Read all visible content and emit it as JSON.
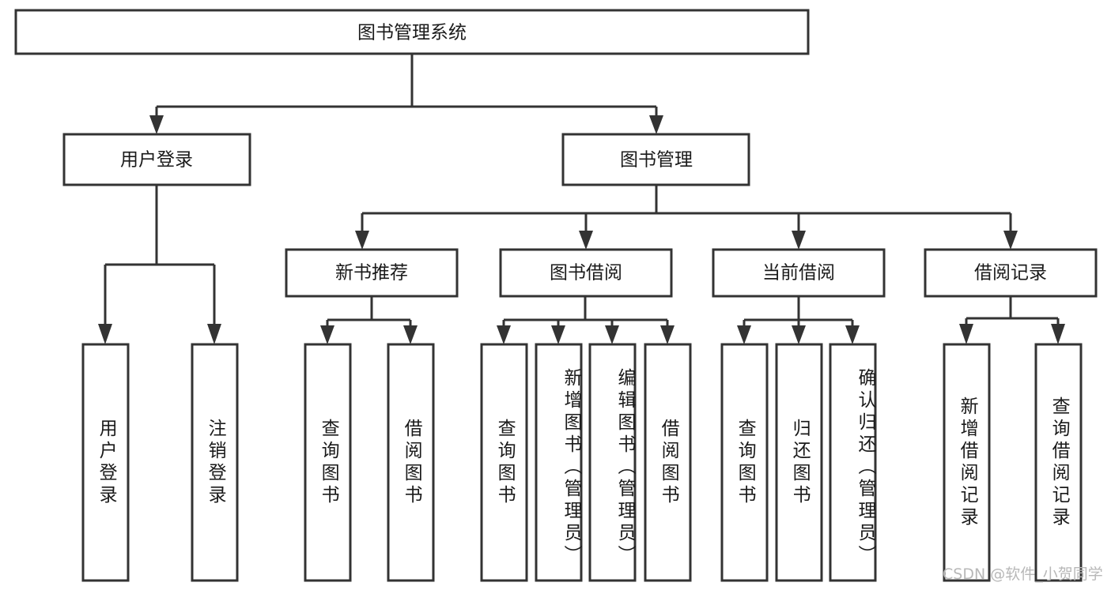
{
  "diagram": {
    "title": "图书管理系统",
    "type": "tree",
    "background_color": "#ffffff",
    "box_stroke_color": "#333333",
    "box_fill_color": "#ffffff",
    "text_color": "#1a1a1a",
    "root": {
      "id": "root",
      "label": "图书管理系统",
      "orientation": "horizontal"
    },
    "level2": [
      {
        "id": "user-login",
        "label": "用户登录",
        "orientation": "horizontal"
      },
      {
        "id": "book-manage",
        "label": "图书管理",
        "orientation": "horizontal"
      }
    ],
    "level3": [
      {
        "id": "new-book-rec",
        "label": "新书推荐",
        "parent": "book-manage",
        "orientation": "horizontal"
      },
      {
        "id": "book-borrow",
        "label": "图书借阅",
        "parent": "book-manage",
        "orientation": "horizontal"
      },
      {
        "id": "current-borrow",
        "label": "当前借阅",
        "parent": "book-manage",
        "orientation": "horizontal"
      },
      {
        "id": "borrow-record",
        "label": "借阅记录",
        "parent": "book-manage",
        "orientation": "horizontal"
      }
    ],
    "leaves": [
      {
        "id": "leaf-user-login",
        "label": "用户登录",
        "parent": "user-login",
        "orientation": "vertical"
      },
      {
        "id": "leaf-logout",
        "label": "注销登录",
        "parent": "user-login",
        "orientation": "vertical"
      },
      {
        "id": "leaf-query-book-1",
        "label": "查询图书",
        "parent": "new-book-rec",
        "orientation": "vertical"
      },
      {
        "id": "leaf-borrow-book-1",
        "label": "借阅图书",
        "parent": "new-book-rec",
        "orientation": "vertical"
      },
      {
        "id": "leaf-query-book-2",
        "label": "查询图书",
        "parent": "book-borrow",
        "orientation": "vertical"
      },
      {
        "id": "leaf-add-book",
        "label": "新增图书（管理员）",
        "parent": "book-borrow",
        "orientation": "vertical"
      },
      {
        "id": "leaf-edit-book",
        "label": "编辑图书（管理员）",
        "parent": "book-borrow",
        "orientation": "vertical"
      },
      {
        "id": "leaf-borrow-book-2",
        "label": "借阅图书",
        "parent": "book-borrow",
        "orientation": "vertical"
      },
      {
        "id": "leaf-query-book-3",
        "label": "查询图书",
        "parent": "current-borrow",
        "orientation": "vertical"
      },
      {
        "id": "leaf-return-book",
        "label": "归还图书",
        "parent": "current-borrow",
        "orientation": "vertical"
      },
      {
        "id": "leaf-confirm-return",
        "label": "确认归还（管理员）",
        "parent": "current-borrow",
        "orientation": "vertical"
      },
      {
        "id": "leaf-add-record",
        "label": "新增借阅记录",
        "parent": "borrow-record",
        "orientation": "vertical"
      },
      {
        "id": "leaf-query-record",
        "label": "查询借阅记录",
        "parent": "borrow-record",
        "orientation": "vertical"
      }
    ]
  },
  "watermark": {
    "text": "CSDN @软件_小贺同学",
    "color": "#b8b8b8"
  }
}
